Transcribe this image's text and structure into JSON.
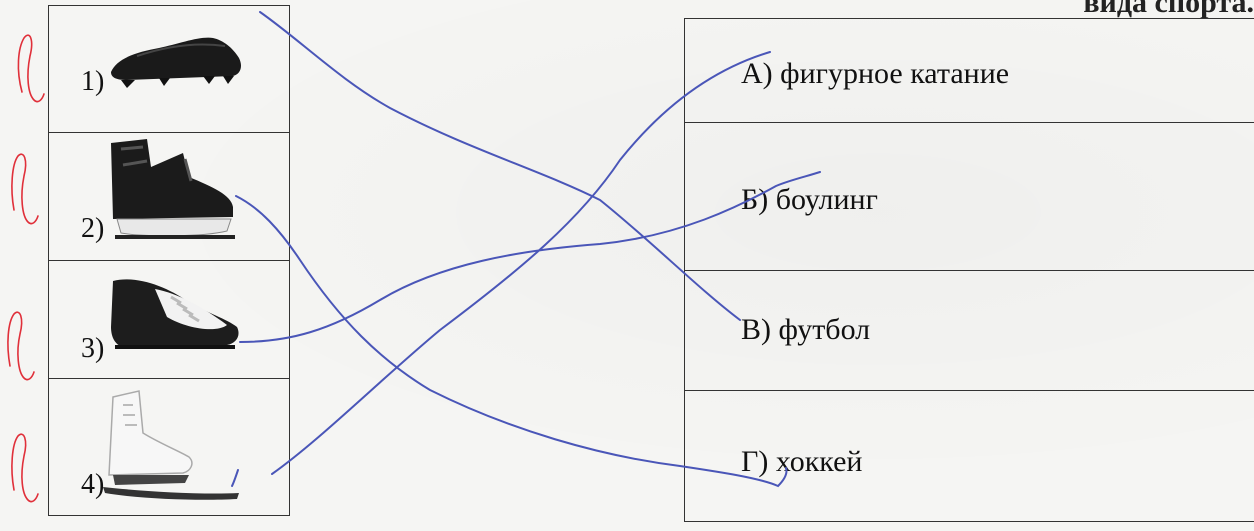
{
  "heading": "вида спорта.",
  "items": [
    {
      "label": "1)",
      "icon": "football-boot-icon"
    },
    {
      "label": "2)",
      "icon": "hockey-skate-icon"
    },
    {
      "label": "3)",
      "icon": "bowling-shoe-icon"
    },
    {
      "label": "4)",
      "icon": "figure-skate-icon"
    }
  ],
  "options": [
    {
      "label": "А) фигурное катание"
    },
    {
      "label": "Б) боулинг"
    },
    {
      "label": "В) футбол"
    },
    {
      "label": "Г) хоккей"
    }
  ],
  "colors": {
    "pen_blue": "#4a56b8",
    "grade_red": "#e0303a",
    "border": "#333333"
  }
}
